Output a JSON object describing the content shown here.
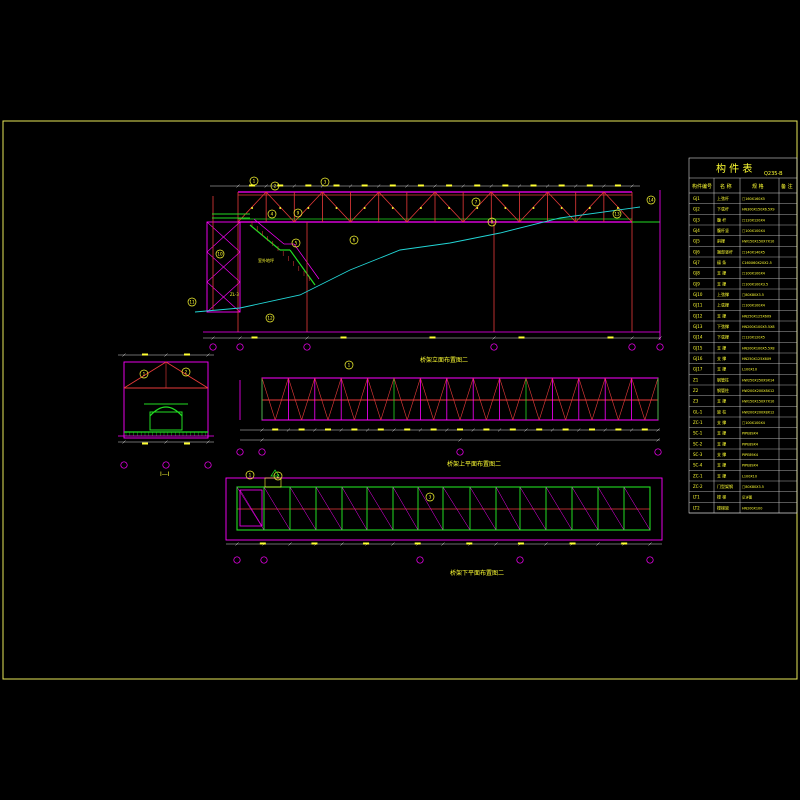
{
  "drawing": {
    "colors": {
      "background": "#000000",
      "frame": "#e8e858",
      "structure": "#ff00ff",
      "member_red": "#e83a3a",
      "member_green": "#22dd22",
      "ground_line": "#22d6d6",
      "text_yellow": "#ffff33",
      "dim": "#d8d8d8",
      "leader": "#ff66ff"
    },
    "titles": {
      "elevation": "桥架立面布置图二",
      "section": "I—I",
      "top_chord_plan": "桥架上平面布置图二",
      "bottom_chord_plan": "桥架下平面布置图二"
    },
    "member_table": {
      "title": "构 件 表",
      "material": "Q235-B",
      "headers": [
        "构件编号",
        "名 称",
        "规 格",
        "备 注"
      ],
      "rows": [
        [
          "GJ1",
          "上弦杆",
          "□160X160X5"
        ],
        [
          "GJ2",
          "下弦杆",
          "HN300X150X6.5X9"
        ],
        [
          "GJ3",
          "腹 杆",
          "□120X120X4"
        ],
        [
          "GJ4",
          "腹杆竖",
          "□100X100X4"
        ],
        [
          "GJ5",
          "斜撑",
          "HW150X150X7X10"
        ],
        [
          "GJ6",
          "端部竖杆",
          "□140X140X5"
        ],
        [
          "GJ7",
          "檩 条",
          "C160X60X20X2.5"
        ],
        [
          "GJ8",
          "支 撑",
          "□100X100X4"
        ],
        [
          "GJ9",
          "支 撑",
          "□100X100X3.5"
        ],
        [
          "GJ10",
          "上弦撑",
          "□80X80X3.5"
        ],
        [
          "GJ11",
          "上弦撑",
          "□100X100X4"
        ],
        [
          "GJ12",
          "支 撑",
          "HN250X125X6X9"
        ],
        [
          "GJ13",
          "下弦撑",
          "HN200X100X5.5X8"
        ],
        [
          "GJ14",
          "下弦撑",
          "□120X120X5"
        ],
        [
          "GJ15",
          "支 撑",
          "HN200X100X5.5X8"
        ],
        [
          "GJ16",
          "支 撑",
          "HN250X125X6X9"
        ],
        [
          "GJ17",
          "支 撑",
          "L100X10"
        ],
        [
          "Z1",
          "钢管柱",
          "HW250X250X9X14"
        ],
        [
          "Z2",
          "钢管柱",
          "HW200X200X8X12"
        ],
        [
          "Z3",
          "支 撑",
          "HW150X150X7X10"
        ],
        [
          "GL-1",
          "梁 柱",
          "HW200X200X8X12"
        ],
        [
          "ZC-1",
          "支 撑",
          "□100X100X4"
        ],
        [
          "SC-1",
          "支 撑",
          "PIPE89X4"
        ],
        [
          "SC-2",
          "支 撑",
          "PIPE89X4"
        ],
        [
          "SC-3",
          "支 撑",
          "PIPE89X4"
        ],
        [
          "SC-4",
          "支 撑",
          "PIPE89X4"
        ],
        [
          "ZC-1",
          "支 撑",
          "L100X10"
        ],
        [
          "ZC-2",
          "门型架钢",
          "□80X80X3.5"
        ],
        [
          "LT1",
          "楼 梯",
          "见详图"
        ],
        [
          "LT2",
          "楼梯梁",
          "HN200X100"
        ]
      ]
    },
    "bubbles": {
      "elevation": [
        "1",
        "2",
        "3",
        "4",
        "5",
        "6",
        "7",
        "8",
        "9",
        "10",
        "11",
        "12",
        "13",
        "14"
      ],
      "section": [
        "1",
        "2"
      ],
      "top_plan": [
        "1"
      ],
      "bottom_plan": [
        "1",
        "2",
        "3"
      ]
    },
    "labels": {
      "elevation_note": "ZL-3",
      "ground_note": "室外地坪"
    }
  }
}
